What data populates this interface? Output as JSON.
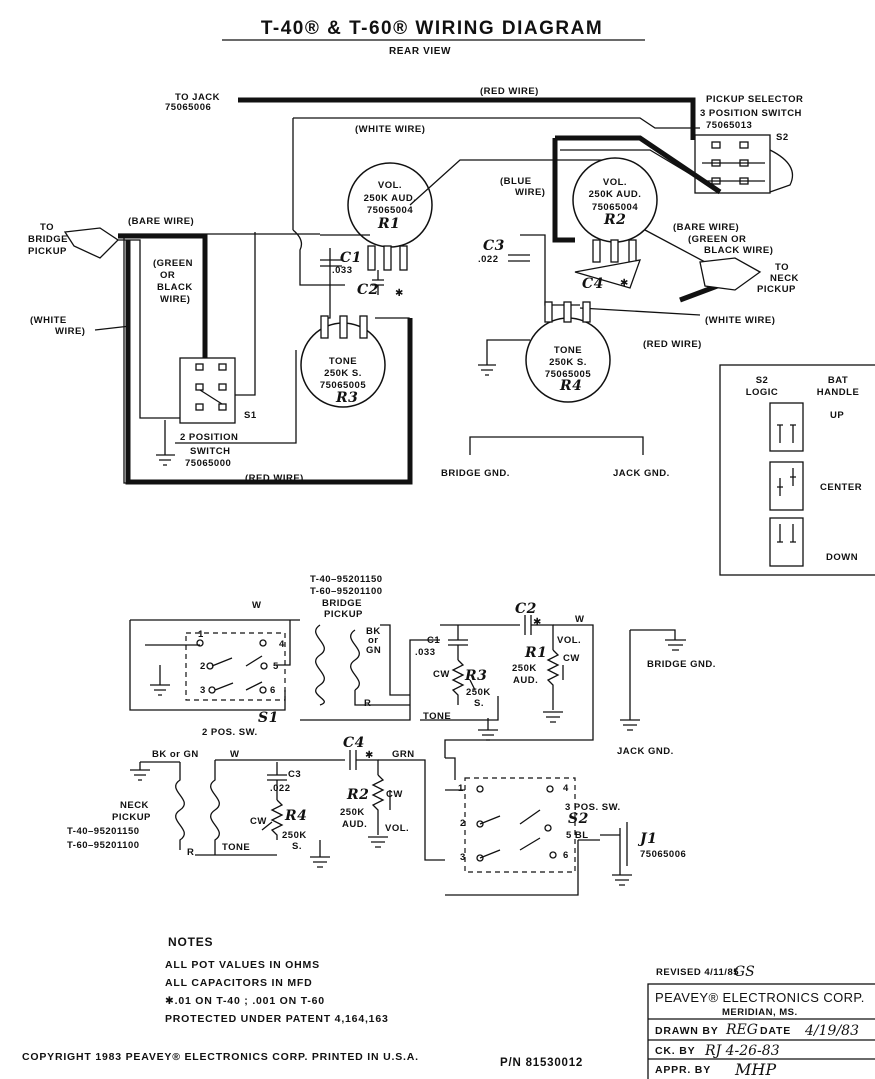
{
  "title": {
    "main": "T-40® & T-60® WIRING DIAGRAM",
    "subtitle": "REAR VIEW"
  },
  "rear_view": {
    "to_jack": "TO JACK",
    "to_jack_pn": "75065006",
    "red_wire": "(RED WIRE)",
    "white_wire": "(WHITE WIRE)",
    "bare_wire": "(BARE WIRE)",
    "to_bridge_pickup": [
      "TO",
      "BRIDGE",
      "PICKUP"
    ],
    "green_black": [
      "(GREEN",
      "OR",
      "BLACK",
      "WIRE)"
    ],
    "white_wire_split": [
      "(WHITE",
      "WIRE)"
    ],
    "pickup_selector": [
      "PICKUP SELECTOR",
      "3 POSITION SWITCH",
      "75065013"
    ],
    "s2": "S2",
    "blue_wire": [
      "(BLUE",
      "WIRE)"
    ],
    "r1": {
      "name": "VOL.",
      "value": "250K AUD.",
      "pn": "75065004",
      "ref": "R1"
    },
    "r2": {
      "name": "VOL.",
      "value": "250K AUD.",
      "pn": "75065004",
      "ref": "R2"
    },
    "r3": {
      "name": "TONE",
      "value": "250K S.",
      "pn": "75065005",
      "ref": "R3"
    },
    "r4": {
      "name": "TONE",
      "value": "250K S.",
      "pn": "75065005",
      "ref": "R4"
    },
    "c1": {
      "ref": "C1",
      "value": ".033"
    },
    "c2": {
      "ref": "C2",
      "star": "✱"
    },
    "c3": {
      "ref": "C3",
      "value": ".022"
    },
    "c4": {
      "ref": "C4",
      "star": "✱"
    },
    "bare_green_black": [
      "(BARE WIRE)",
      "(GREEN OR",
      "BLACK WIRE)"
    ],
    "to_neck_pickup": [
      "TO",
      "NECK",
      "PICKUP"
    ],
    "white_wire2": "(WHITE WIRE)",
    "red_wire2": "(RED WIRE)",
    "s1": "S1",
    "two_position": "2 POSITION",
    "switch_label": "SWITCH",
    "switch_pn": "75065000",
    "red_wire3": "(RED WIRE)",
    "bridge_gnd": "BRIDGE GND.",
    "jack_gnd": "JACK GND."
  },
  "logic_box": {
    "s2_logic": [
      "S2",
      "LOGIC"
    ],
    "bat_handle": [
      "BAT",
      "HANDLE"
    ],
    "up": "UP",
    "center": "CENTER",
    "down": "DOWN"
  },
  "schematic": {
    "bridge_pn": [
      "T-40–95201150",
      "T-60–95201100",
      "BRIDGE",
      "PICKUP"
    ],
    "w": "W",
    "bk_gn": [
      "BK",
      "or",
      "GN"
    ],
    "r": "R",
    "sw1_pins": [
      "1",
      "2",
      "3",
      "4",
      "5",
      "6"
    ],
    "s1": "S1",
    "two_pos_sw": "2 POS. SW.",
    "c1": [
      "C1",
      ".033"
    ],
    "c2": "C2",
    "star": "✱",
    "r3": [
      "R3",
      "250K",
      "S."
    ],
    "cw": "CW",
    "tone": "TONE",
    "r1": [
      "R1",
      "250K",
      "AUD."
    ],
    "vol": "VOL.",
    "bridge_gnd": "BRIDGE GND.",
    "jack_gnd": "JACK GND.",
    "c4": "C4",
    "grn": "GRN",
    "bk_or_gn": "BK or GN",
    "neck_pickup": [
      "NECK",
      "PICKUP",
      "T-40–95201150",
      "T-60–95201100"
    ],
    "c3": [
      "C3",
      ".022"
    ],
    "r4": [
      "R4",
      "250K",
      "S."
    ],
    "r2": [
      "R2",
      "250K",
      "AUD."
    ],
    "three_pos_sw": "3 POS. SW.",
    "s2": "S2",
    "five_bl": "5 BL",
    "j1": [
      "J1",
      "75065006"
    ]
  },
  "notes": {
    "heading": "NOTES",
    "lines": [
      "ALL POT VALUES IN OHMS",
      "ALL CAPACITORS IN MFD",
      "✱.01 ON T-40 ; .001 ON T-60",
      "PROTECTED UNDER PATENT 4,164,163"
    ]
  },
  "footer": {
    "copyright": "COPYRIGHT 1983  PEAVEY® ELECTRONICS CORP.  PRINTED IN U.S.A.",
    "pn": "P/N 81530012"
  },
  "title_block": {
    "revised": "REVISED 4/11/85",
    "revised_initials": "GS",
    "company": "PEAVEY® ELECTRONICS CORP.",
    "city": "MERIDIAN, MS.",
    "drawn_by_label": "DRAWN BY",
    "drawn_by": "REG",
    "date_label": "DATE",
    "date": "4/19/83",
    "ck_by_label": "CK. BY",
    "ck_by": "RJ  4-26-83",
    "appr_by_label": "APPR. BY",
    "appr_by": "MHP"
  }
}
